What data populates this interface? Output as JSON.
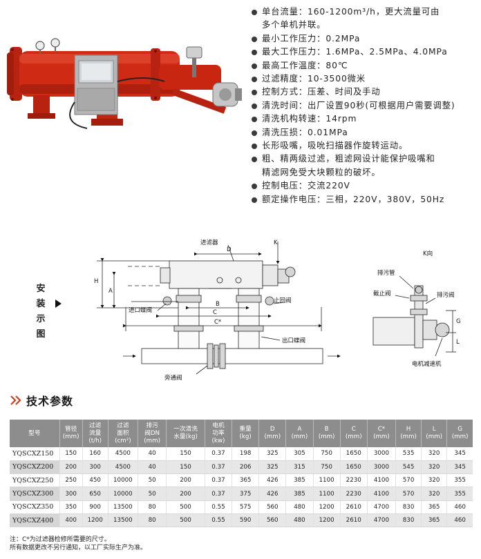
{
  "colors": {
    "body_red": "#cf2a14",
    "table_header": "#8d8d8d",
    "chevron": "#c8401f"
  },
  "specs": [
    "单台流量：160-1200m³/h，更大流量可由",
    "多个单机并联。",
    "最小工作压力：0.2MPa",
    "最大工作压力：1.6MPa、2.5MPa、4.0MPa",
    "最高工作温度：80℃",
    "过滤精度：10-3500微米",
    "控制方式：压差、时间及手动",
    "清洗时间：出厂设置90秒(可根据用户需要调整)",
    "清洗机构转速：14rpm",
    "清洗压损：0.01MPa",
    "长形吸嘴，吸吮扫描器作旋转运动。",
    "粗、精两级过滤，粗滤网设计能保护吸嘴和",
    "精滤网免受大块颗粒的破坏。",
    "控制电压：交流220V",
    "额定操作电压：三相，220V，380V，50Hz"
  ],
  "spec_bullets": [
    true,
    false,
    true,
    true,
    true,
    true,
    true,
    true,
    true,
    true,
    true,
    true,
    false,
    true,
    true
  ],
  "install": {
    "label_chars": [
      "安",
      "装",
      "示",
      "图"
    ]
  },
  "diagram": {
    "filter_label": "进滤器",
    "k_label": "K",
    "k_view_label": "K向",
    "inlet_valve": "进口蝶阀",
    "check_valve": "止回阀",
    "outlet_valve": "出口蝶阀",
    "bypass_valve": "旁通阀",
    "drain_pipe": "排污管",
    "stop_valve": "截止阀",
    "drain_valve": "排污阀",
    "motor_reducer": "电机减速机",
    "dim_H": "H",
    "dim_A": "A",
    "dim_B": "B",
    "dim_C": "C",
    "dim_Cstar": "C*",
    "dim_D": "D",
    "dim_G": "G",
    "dim_L": "L"
  },
  "section": {
    "title": "技术参数"
  },
  "table": {
    "headers": [
      [
        "型号"
      ],
      [
        "管径",
        "(mm)"
      ],
      [
        "过滤",
        "流量",
        "(t/h)"
      ],
      [
        "过滤",
        "面积",
        "(cm²)"
      ],
      [
        "排污",
        "阀DN",
        "(mm)"
      ],
      [
        "一次清洗",
        "水量(kg)"
      ],
      [
        "电机",
        "功率",
        "(kw)"
      ],
      [
        "重量",
        "(kg)"
      ],
      [
        "D",
        "(mm)"
      ],
      [
        "A",
        "(mm)"
      ],
      [
        "B",
        "(mm)"
      ],
      [
        "C",
        "(mm)"
      ],
      [
        "C*",
        "(mm)"
      ],
      [
        "H",
        "(mm)"
      ],
      [
        "L",
        "(mm)"
      ],
      [
        "G",
        "(mm)"
      ]
    ],
    "rows": [
      [
        "YQSCXZ150",
        "150",
        "160",
        "4500",
        "40",
        "150",
        "0.37",
        "198",
        "325",
        "305",
        "750",
        "1650",
        "3000",
        "535",
        "320",
        "345"
      ],
      [
        "YQSCXZ200",
        "200",
        "300",
        "4500",
        "40",
        "150",
        "0.37",
        "206",
        "325",
        "315",
        "750",
        "1650",
        "3000",
        "545",
        "320",
        "345"
      ],
      [
        "YQSCXZ250",
        "250",
        "450",
        "10000",
        "50",
        "200",
        "0.37",
        "365",
        "426",
        "385",
        "1100",
        "2230",
        "4100",
        "570",
        "320",
        "355"
      ],
      [
        "YQSCXZ300",
        "300",
        "650",
        "10000",
        "50",
        "200",
        "0.37",
        "375",
        "426",
        "385",
        "1100",
        "2230",
        "4100",
        "570",
        "320",
        "355"
      ],
      [
        "YQSCXZ350",
        "350",
        "900",
        "13500",
        "80",
        "500",
        "0.55",
        "575",
        "560",
        "480",
        "1200",
        "2610",
        "4700",
        "830",
        "365",
        "460"
      ],
      [
        "YQSCXZ400",
        "400",
        "1200",
        "13500",
        "80",
        "500",
        "0.55",
        "590",
        "560",
        "480",
        "1200",
        "2610",
        "4700",
        "830",
        "365",
        "460"
      ]
    ]
  },
  "notes": [
    "注：C*为过滤器检修所需要的尺寸。",
    "所有数据更改不另行通知，以工厂实际生产为准。"
  ]
}
